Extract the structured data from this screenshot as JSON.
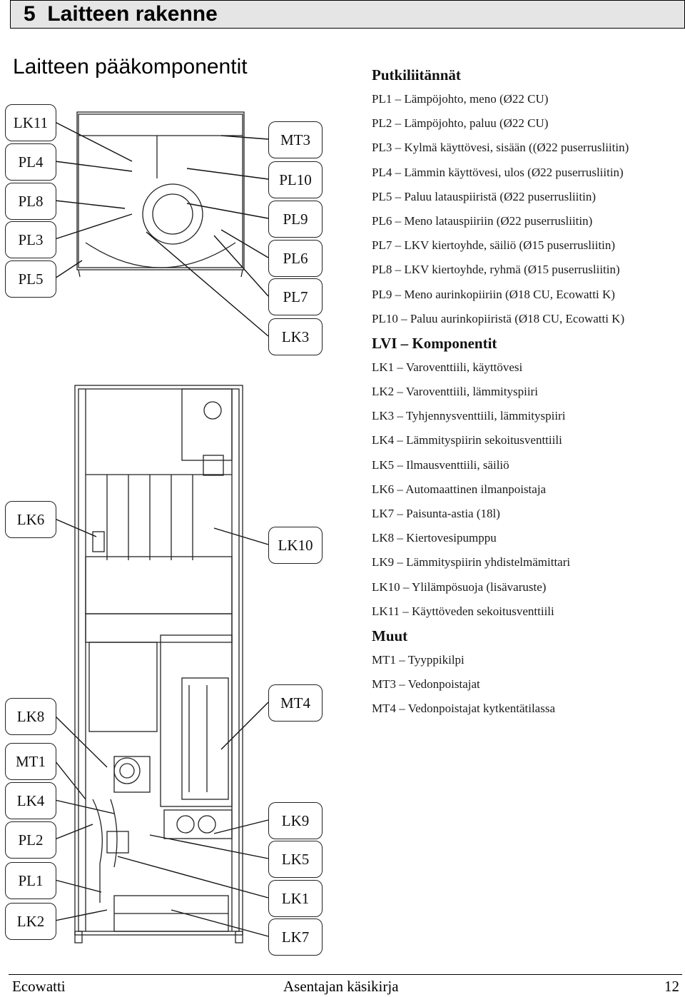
{
  "chapter": {
    "number": "5",
    "title": "Laitteen rakenne"
  },
  "section_title": "Laitteen pääkomponentit",
  "legend": {
    "groups": [
      {
        "heading": "Putkiliitännät",
        "items": [
          "PL1 – Lämpöjohto, meno (Ø22 CU)",
          "PL2 – Lämpöjohto, paluu (Ø22 CU)",
          "PL3 – Kylmä käyttövesi, sisään ((Ø22 puserrusliitin)",
          "PL4 – Lämmin käyttövesi, ulos (Ø22 puserrusliitin)",
          "PL5 – Paluu latauspiiristä (Ø22 puserrusliitin)",
          "PL6 – Meno latauspiiriin (Ø22 puserrusliitin)",
          "PL7 – LKV kiertoyhde, säiliö (Ø15 puserrusliitin)",
          "PL8 – LKV kiertoyhde, ryhmä (Ø15 puserrusliitin)",
          "PL9 – Meno aurinkopiiriin (Ø18 CU, Ecowatti K)",
          "PL10 – Paluu aurinkopiiristä (Ø18 CU, Ecowatti K)"
        ]
      },
      {
        "heading": "LVI – Komponentit",
        "items": [
          "LK1 – Varoventtiili, käyttövesi",
          "LK2 – Varoventtiili, lämmityspiiri",
          "LK3 – Tyhjennysventtiili, lämmityspiiri",
          "LK4 – Lämmityspiirin sekoitusventtiili",
          "LK5 – Ilmausventtiili, säiliö",
          "LK6 – Automaattinen ilmanpoistaja",
          "LK7 – Paisunta-astia (18l)",
          "LK8 – Kiertovesipumppu",
          "LK9 – Lämmityspiirin yhdistelmämittari",
          "LK10 – Ylilämpösuoja (lisävaruste)",
          "LK11 – Käyttöveden sekoitusventtiili"
        ]
      },
      {
        "heading": "Muut",
        "items": [
          "MT1 – Tyyppikilpi",
          "MT3 – Vedonpoistajat",
          "MT4 – Vedonpoistajat kytkentätilassa"
        ]
      }
    ]
  },
  "left_labels": [
    "LK11",
    "PL4",
    "PL8",
    "PL3",
    "PL5",
    "LK6",
    "LK8",
    "MT1",
    "LK4",
    "PL2",
    "PL1",
    "LK2"
  ],
  "right_labels": [
    "MT3",
    "PL10",
    "PL9",
    "PL6",
    "PL7",
    "LK3",
    "LK10",
    "MT4",
    "LK9",
    "LK5",
    "LK1",
    "LK7"
  ],
  "footer": {
    "left": "Ecowatti",
    "center": "Asentajan käsikirja",
    "page": "12"
  }
}
